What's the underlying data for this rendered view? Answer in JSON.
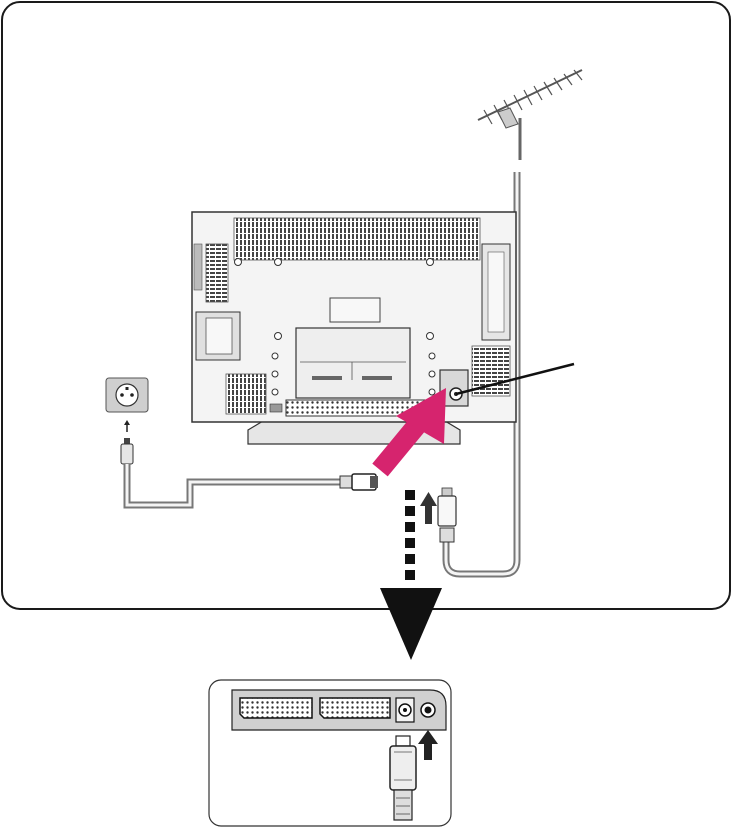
{
  "figure": {
    "kind": "connection-diagram",
    "components": [
      {
        "id": "tv",
        "icon": "tv-rear-panel-icon"
      },
      {
        "id": "antenna",
        "icon": "roof-antenna-icon"
      },
      {
        "id": "outlet",
        "icon": "wall-power-outlet-icon"
      },
      {
        "id": "power-plug",
        "icon": "power-plug-icon"
      },
      {
        "id": "antenna-plug",
        "icon": "coax-plug-icon"
      },
      {
        "id": "detail",
        "icon": "scart-and-aerial-socket-panel-icon"
      }
    ],
    "colors": {
      "line": "#1a1a1a",
      "highlight_arrow": "#d6246e",
      "panel_gray": "#d8d8d8",
      "tv_fill": "#f2f2f2"
    }
  }
}
